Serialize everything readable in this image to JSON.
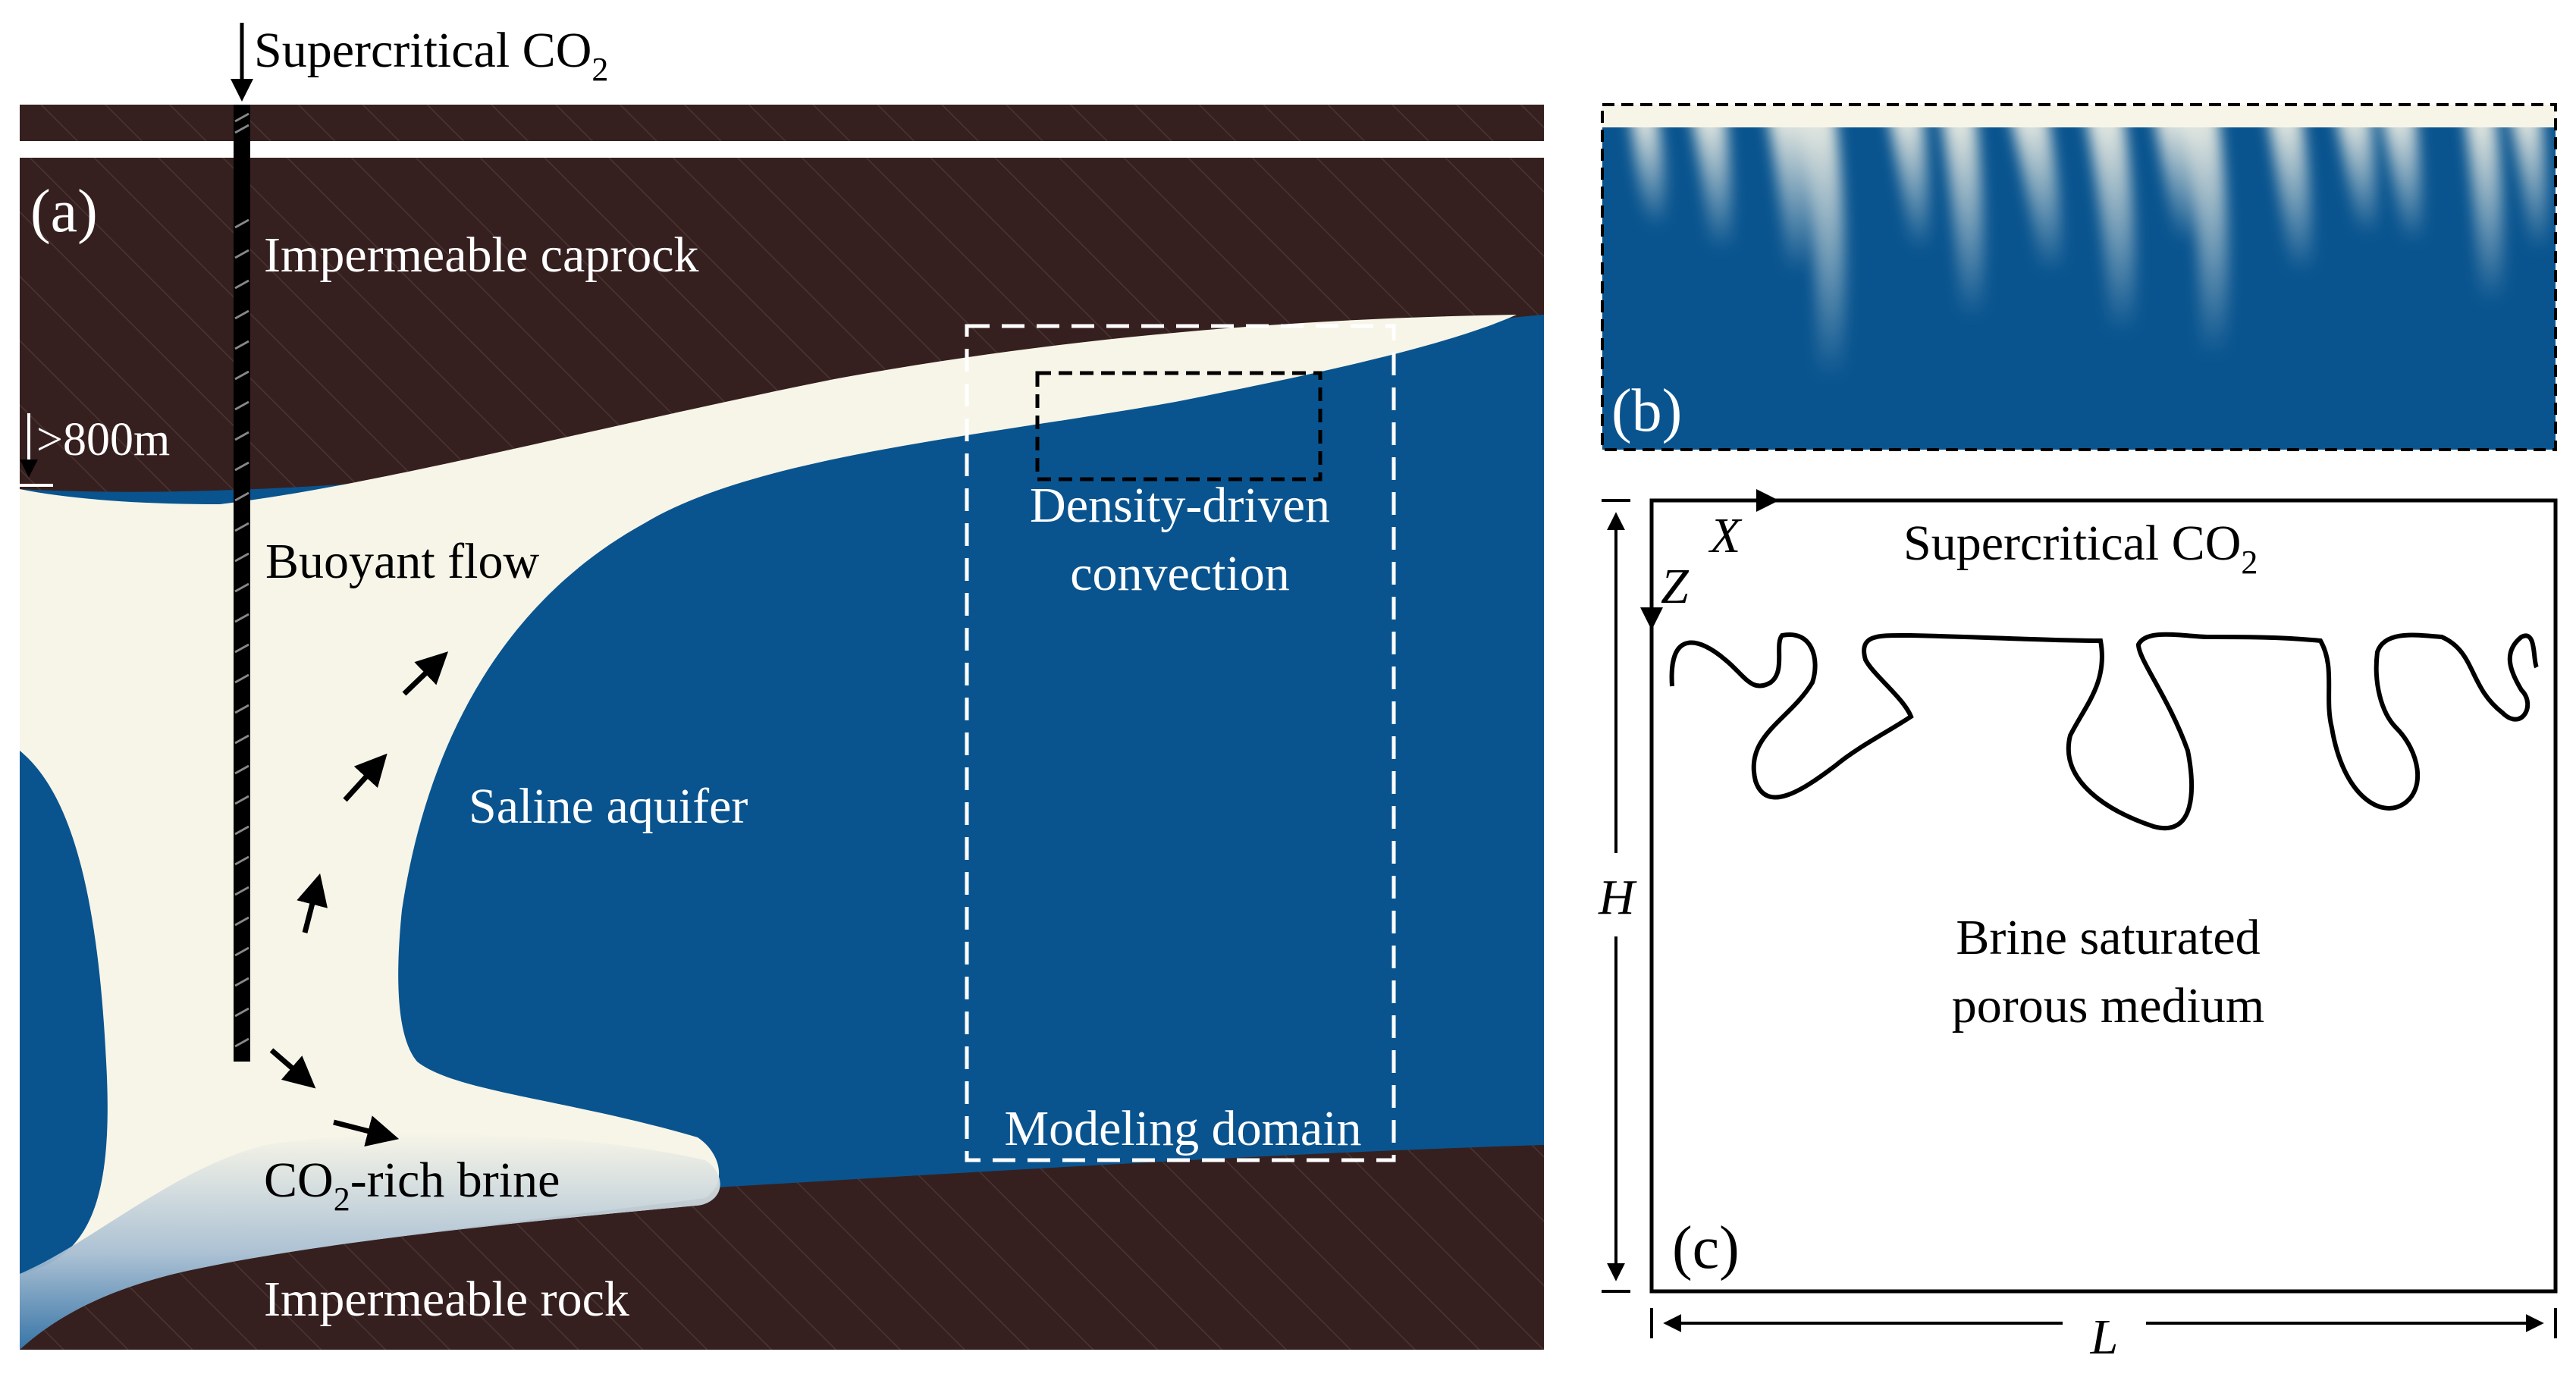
{
  "panel_a": {
    "tag": "(a)",
    "injection": "Supercritical CO",
    "injection_sub": "2",
    "caprock": "Impermeable caprock",
    "depth": ">800m",
    "buoyant": "Buoyant flow",
    "aquifer": "Saline aquifer",
    "convection_1": "Density-driven",
    "convection_2": "convection",
    "domain": "Modeling domain",
    "brine_pre": "CO",
    "brine_sub": "2",
    "brine_post": "-rich brine",
    "rock": "Impermeable rock"
  },
  "panel_b": {
    "tag": "(b)"
  },
  "panel_c": {
    "tag": "(c)",
    "co2": "Supercritical CO",
    "co2_sub": "2",
    "brine_1": "Brine saturated",
    "brine_2": "porous medium",
    "x": "X",
    "z": "Z",
    "h": "H",
    "l": "L"
  },
  "colors": {
    "rock": "#36201f",
    "co2": "#f7f5e8",
    "brine": "#09548f",
    "line": "#000000"
  }
}
